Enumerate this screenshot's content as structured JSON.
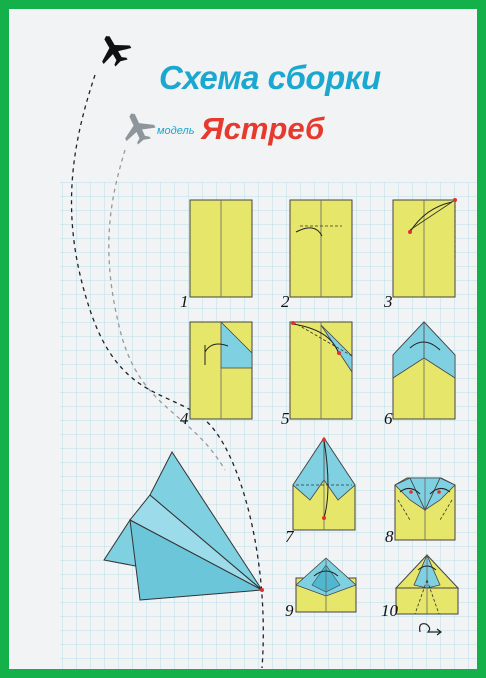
{
  "title": {
    "line1": "Схема сборки",
    "prefix": "модель",
    "model": "Ястреб"
  },
  "steps": [
    "1",
    "2",
    "3",
    "4",
    "5",
    "6",
    "7",
    "8",
    "9",
    "10"
  ],
  "colors": {
    "frame": "#14b14a",
    "paper_yellow": "#e6e66a",
    "fold_blue": "#7fd0e0",
    "title_blue": "#1aa7d0",
    "title_red": "#e53a2d",
    "grid": "#b9dfe8"
  },
  "icons": [
    "airplane-icon-black",
    "airplane-icon-gray",
    "paper-plane-illustration",
    "loop-arrow-icon"
  ]
}
